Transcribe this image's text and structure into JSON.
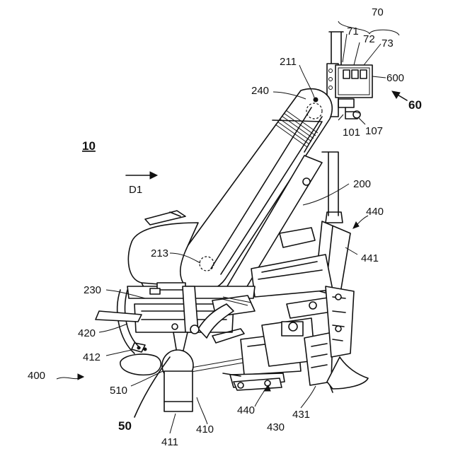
{
  "figure": {
    "labels": {
      "l70": "70",
      "l71": "71",
      "l72": "72",
      "l73": "73",
      "l211": "211",
      "l240": "240",
      "l600": "600",
      "l60": "60",
      "l101": "101",
      "l107": "107",
      "l10": "10",
      "l200": "200",
      "l440a": "440",
      "ld1": "D1",
      "l441": "441",
      "l213": "213",
      "l230": "230",
      "l420": "420",
      "l412": "412",
      "l400": "400",
      "l510": "510",
      "l50": "50",
      "l411": "411",
      "l410": "410",
      "l440b": "440",
      "l430": "430",
      "l431": "431"
    }
  }
}
